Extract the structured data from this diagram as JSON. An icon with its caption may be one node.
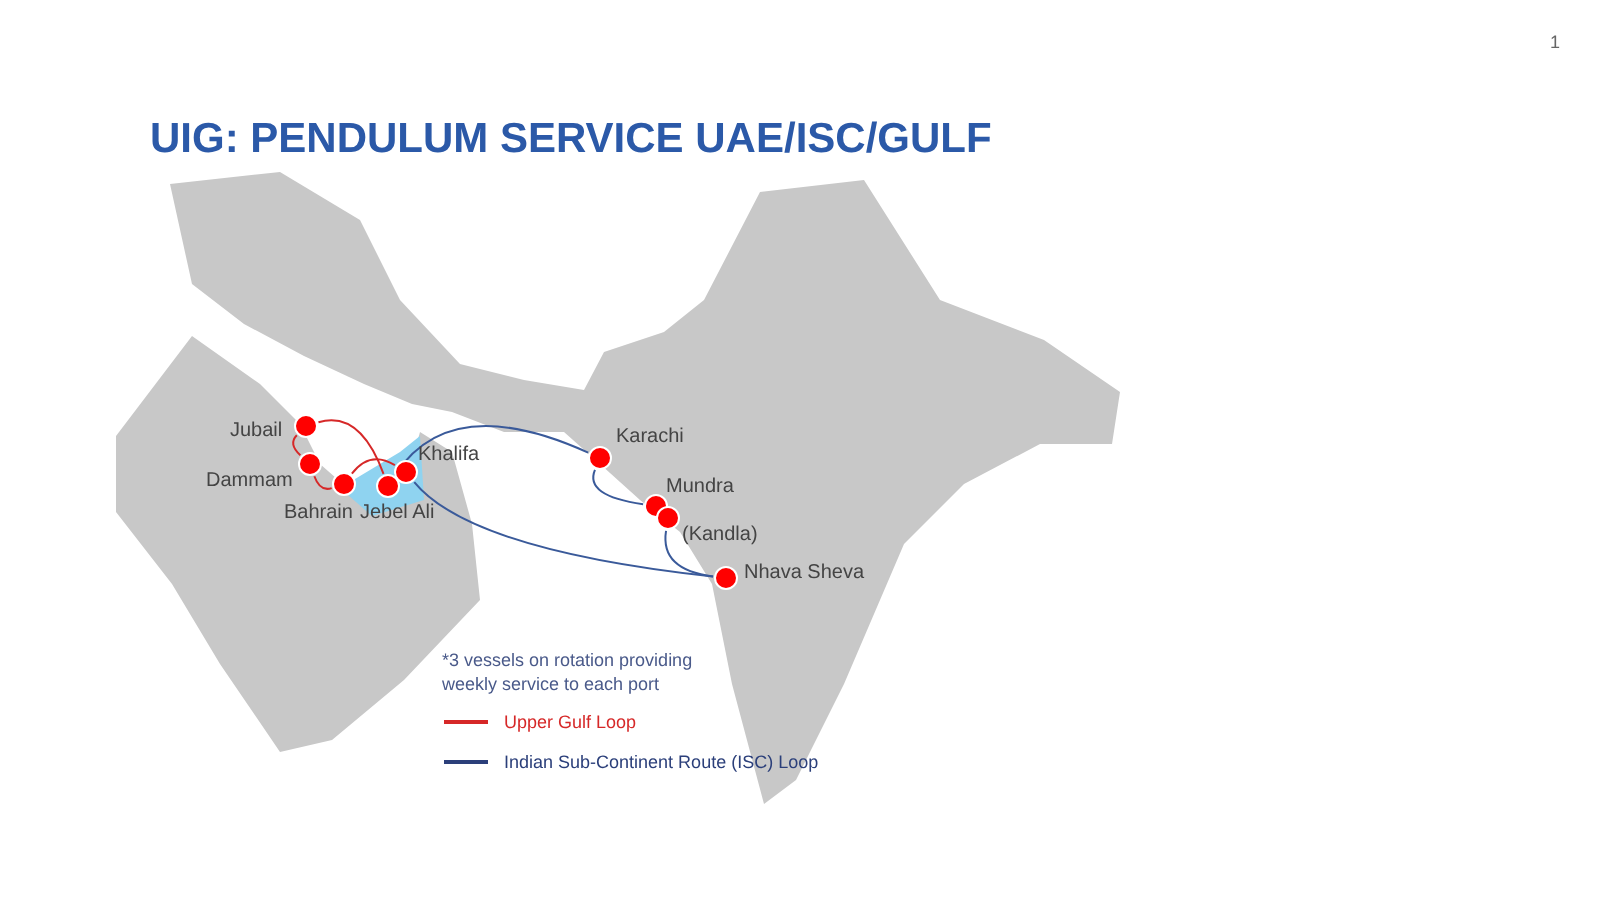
{
  "diagram": {
    "title": "UIG: PENDULUM SERVICE UAE/ISC/GULF",
    "nodes": [
      {
        "text": [
          "Jubail"
        ]
      },
      {
        "text": [
          "Dammam"
        ]
      },
      {
        "text": [
          "Bahrain"
        ]
      },
      {
        "text": [
          "Jebel Ali"
        ]
      },
      {
        "text": [
          "Khalifa"
        ]
      },
      {
        "text": [
          "Karachi"
        ]
      },
      {
        "text": [
          "Mundra"
        ]
      },
      {
        "text": [
          "(Kandla)"
        ]
      },
      {
        "text": [
          "Nhava Sheva"
        ]
      }
    ],
    "edges": [
      {
        "from": 0,
        "to": 3,
        "arrow": "none",
        "color": "#d62828"
      },
      {
        "from": 0,
        "to": 1,
        "arrow": "none",
        "color": "#d62828"
      },
      {
        "from": 1,
        "to": 2,
        "arrow": "none",
        "color": "#d62828"
      },
      {
        "from": 2,
        "to": 4,
        "arrow": "none",
        "color": "#d62828"
      },
      {
        "from": 3,
        "to": 5,
        "arrow": "none",
        "color": "#3a5a9a"
      },
      {
        "from": 5,
        "to": 6,
        "arrow": "none",
        "color": "#3a5a9a"
      },
      {
        "from": 7,
        "to": 8,
        "arrow": "none",
        "color": "#3a5a9a"
      },
      {
        "from": 8,
        "to": 4,
        "arrow": "none",
        "color": "#3a5a9a"
      }
    ],
    "labels": [
      "1",
      "*3 vessels on rotation providing weekly service to each port"
    ],
    "legend": [
      {
        "text": "Upper Gulf Loop"
      },
      {
        "text": "Indian Sub-Continent Route (ISC) Loop"
      }
    ]
  }
}
